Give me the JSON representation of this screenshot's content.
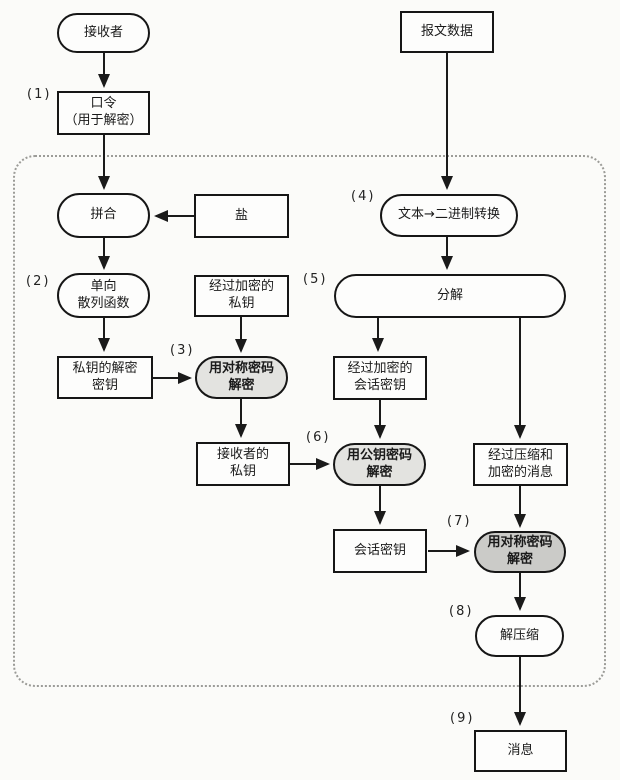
{
  "diagram": {
    "type": "flowchart",
    "language": "zh-CN",
    "colors": {
      "background": "#fbfbf9",
      "line": "#1a1a1a",
      "shaded_fill": "#e3e3e0",
      "shaded_dark_fill": "#cbcbc8",
      "dashed_border": "#9c9c98"
    },
    "nodes": {
      "receiver": {
        "label": "接收者"
      },
      "message_data": {
        "label": "报文数据"
      },
      "passphrase": {
        "label": "口令\n（用于解密）",
        "step": "(1)"
      },
      "concat": {
        "label": "拼合"
      },
      "salt": {
        "label": "盐"
      },
      "one_way_hash": {
        "label": "单向\n散列函数",
        "step": "(2)"
      },
      "encrypted_private_key": {
        "label": "经过加密的\n私钥"
      },
      "private_key_decryption_key": {
        "label": "私钥的解密\n密钥"
      },
      "symmetric_decrypt_private_key": {
        "label": "用对称密码\n解密",
        "step": "(3)"
      },
      "text_to_binary": {
        "label": "文本→二进制转换",
        "step": "(4)"
      },
      "decompose": {
        "label": "分解",
        "step": "(5)"
      },
      "receivers_private_key": {
        "label": "接收者的\n私钥"
      },
      "encrypted_session_key": {
        "label": "经过加密的\n会话密钥"
      },
      "public_key_decrypt": {
        "label": "用公钥密码\n解密",
        "step": "(6)"
      },
      "compressed_encrypted_message": {
        "label": "经过压缩和\n加密的消息"
      },
      "session_key": {
        "label": "会话密钥"
      },
      "symmetric_decrypt_message": {
        "label": "用对称密码\n解密",
        "step": "(7)"
      },
      "decompress": {
        "label": "解压缩",
        "step": "(8)"
      },
      "message": {
        "label": "消息",
        "step": "(9)"
      }
    }
  }
}
